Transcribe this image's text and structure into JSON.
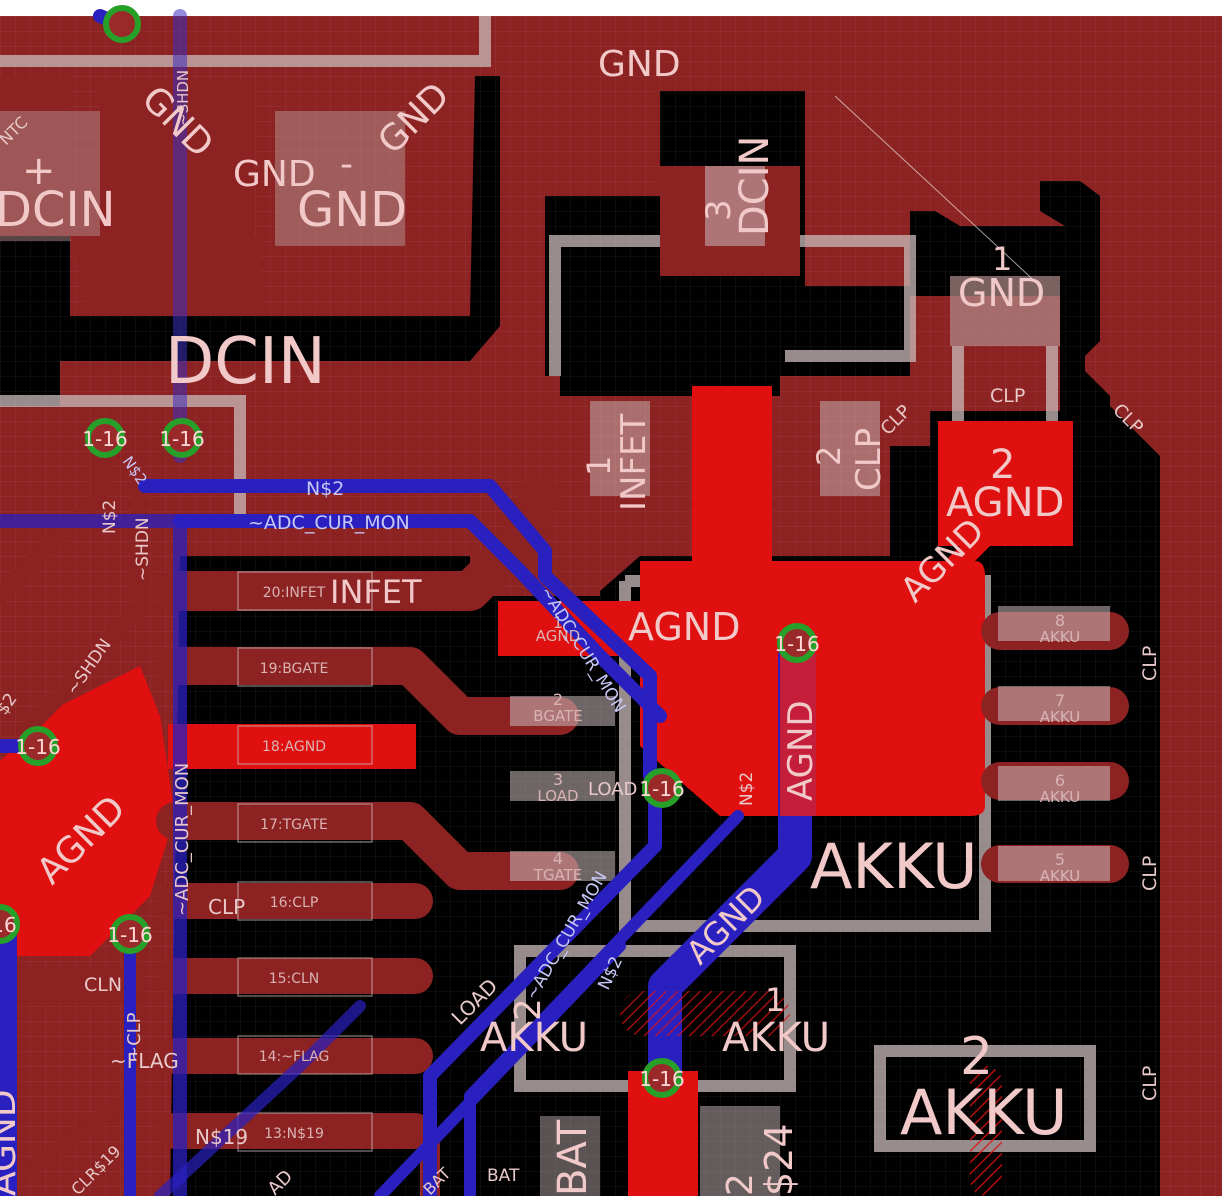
{
  "colors": {
    "background": "#000000",
    "copper_top": "#8c2222",
    "copper_bright": "#e01010",
    "copper_bottom": "#2a20c0",
    "silk": "#c9b9b9",
    "via_ring": "#27a02a",
    "grid": "#3a3a3a"
  },
  "components": {
    "dc_connector": {
      "plus": "+",
      "pin_label": "DCIN",
      "minus": "-",
      "gnd_label": "GND",
      "ntc": "NTC",
      "gnd_a": "GND",
      "gnd_b": "GND",
      "gnd_c": "GND",
      "dcin_big": "DCIN"
    },
    "mosfet": {
      "top_net": "GND",
      "pin3_num": "3",
      "pin3_name": "DCIN",
      "pin1_num": "1",
      "pin1_name": "INFET",
      "pin2_num": "2",
      "pin2_name": "CLP"
    },
    "resistor": {
      "pin1_num": "1",
      "pin1_name": "GND",
      "clp_label": "CLP",
      "clp_diag_left": "CLP",
      "clp_diag_right": "CLP",
      "pin2_num": "2",
      "pin2_name": "AGND",
      "agnd_diag": "AGND"
    },
    "ic": {
      "pins": [
        {
          "label": "20:INFET"
        },
        {
          "label": "19:BGATE"
        },
        {
          "label": "18:AGND"
        },
        {
          "label": "17:TGATE"
        },
        {
          "label": "16:CLP"
        },
        {
          "label": "15:CLN"
        },
        {
          "label": "14:~FLAG"
        },
        {
          "label": "13:N$19"
        }
      ],
      "ext_labels": {
        "infet": "INFET",
        "clp": "CLP",
        "cln": "CLN",
        "flag": "~FLAG",
        "n19": "N$19"
      }
    },
    "mosfet8": {
      "left_pins": [
        {
          "num": "1",
          "name": "AGND"
        },
        {
          "num": "2",
          "name": "BGATE"
        },
        {
          "num": "3",
          "name": "LOAD"
        },
        {
          "num": "4",
          "name": "TGATE"
        }
      ],
      "right_pins": [
        {
          "num": "8",
          "name": "AKKU"
        },
        {
          "num": "7",
          "name": "AKKU"
        },
        {
          "num": "6",
          "name": "AKKU"
        },
        {
          "num": "5",
          "name": "AKKU"
        }
      ],
      "agnd_big": "AGND",
      "akku_big": "AKKU",
      "load": "LOAD",
      "agnd_vertical": "AGND",
      "n2_vertical": "N$2"
    },
    "lower": {
      "pad2": "2",
      "akku_left": "AKKU",
      "pad1": "1",
      "akku_right": "AKKU",
      "big2": "2",
      "akku_big": "AKKU",
      "bat": "BAT",
      "bat_vert": "BAT",
      "pad_two": "2",
      "s24": "$24"
    }
  },
  "nets": {
    "n2_top": "N$2",
    "adc_cur_mon": "~ADC_CUR_MON",
    "n2_vert": "N$2",
    "shdn": "~SHDN",
    "shdn_left": "~SHDN",
    "shdn_diag": "~SHDN",
    "adc_vertical": "~ADC_CUR_MON",
    "agnd_left": "AGND",
    "agnd_bottom_left": "AGND",
    "clp_vertical": "~CLP",
    "n2_diag_top": "N$2",
    "adc_diag": "~ADC_CUR_MON",
    "n2_diag": "N$2",
    "agnd_diag_blue": "AGND",
    "adc_diag2": "~ADC_CUR_MON",
    "load_diag": "LOAD",
    "clr19": "CLR$19",
    "ad_diag": "AD",
    "bat_diag": "BAT",
    "clp_right_1": "CLP",
    "clp_right_2": "CLP",
    "clp_right_3": "CLP",
    "ntc_partial": "NTC",
    "n2_partial": "N$2",
    "left_partial_2": "$2"
  },
  "vias": [
    {
      "label": "1-16"
    },
    {
      "label": "1-16"
    },
    {
      "label": "1-16"
    },
    {
      "label": "1-16"
    },
    {
      "label": "1-16"
    },
    {
      "label": "1-16"
    },
    {
      "label": "1-16"
    },
    {
      "label": "16"
    }
  ]
}
